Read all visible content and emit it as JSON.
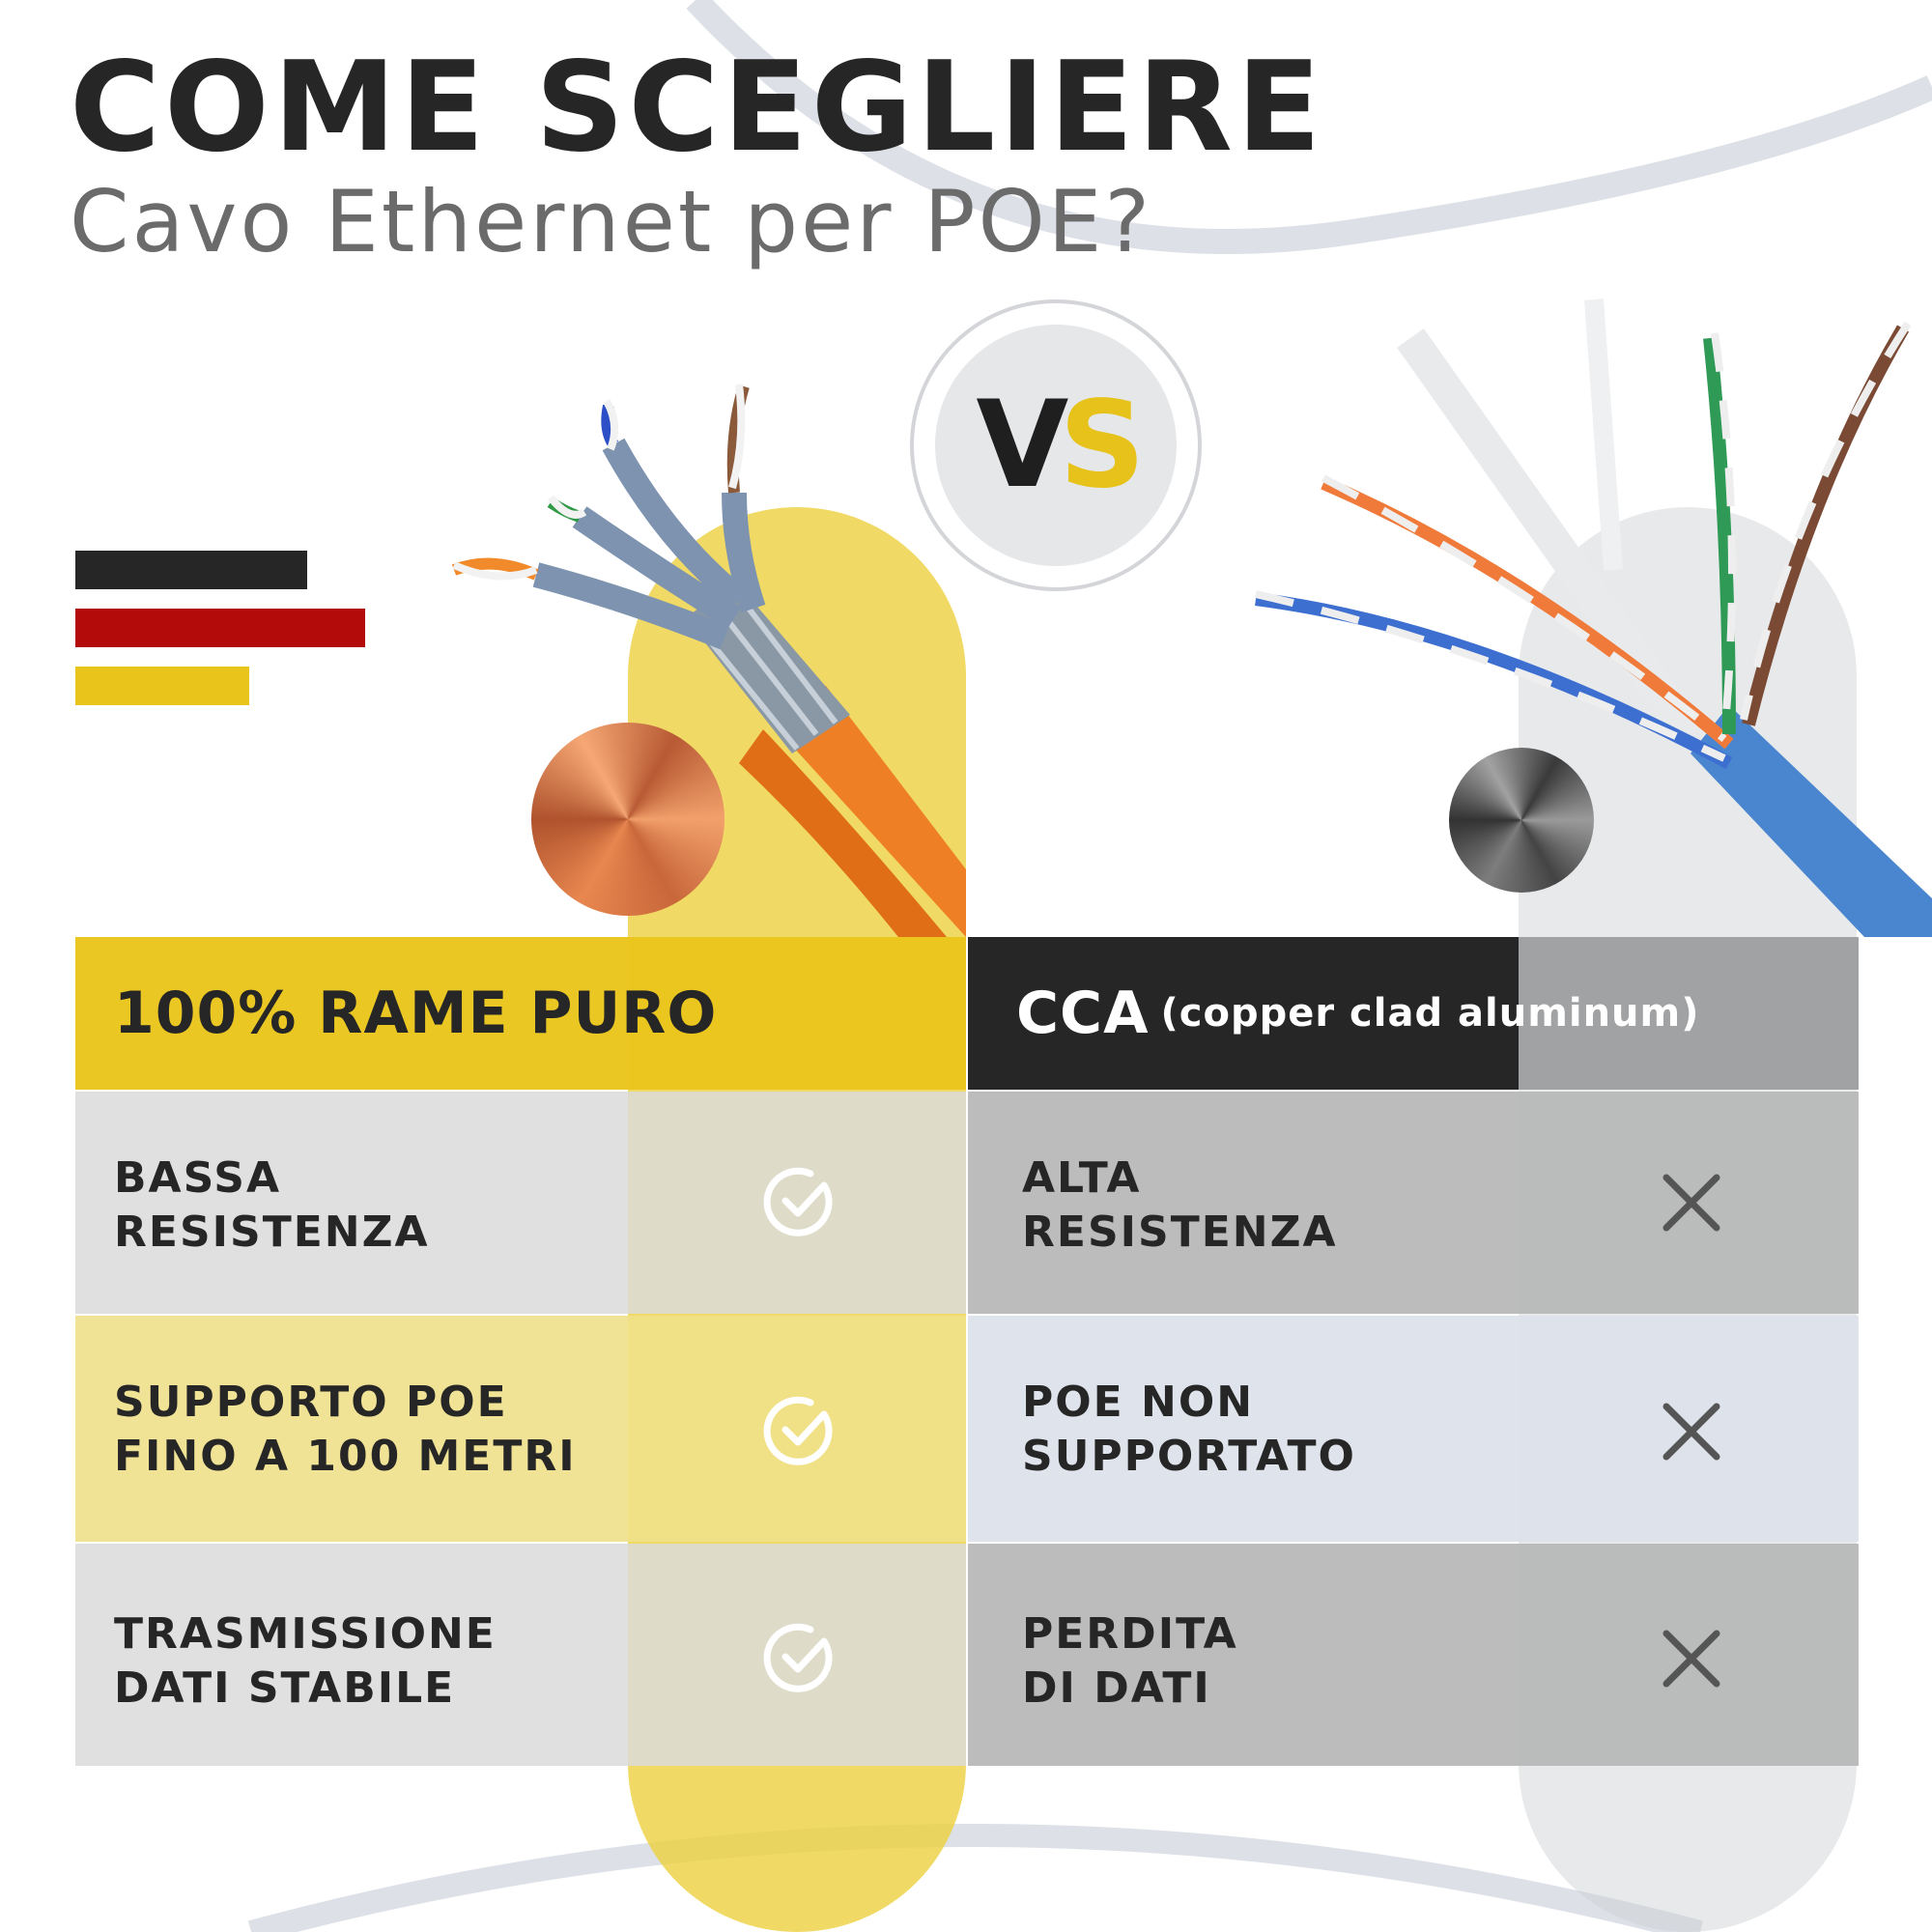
{
  "headline": {
    "title": "COME SCEGLIERE",
    "subtitle": "Cavo Ethernet per POE?"
  },
  "badge": {
    "v": "V",
    "s": "S"
  },
  "flag_colors": [
    "#262626",
    "#b30a0a",
    "#e9c51c"
  ],
  "colors": {
    "accent_gold": "#e9c51c",
    "dark": "#262626",
    "grey": "#a1a2a3",
    "copper": "#c8673a"
  },
  "columns": {
    "left": {
      "title": "100% RAME PURO"
    },
    "right": {
      "title": "CCA",
      "subtitle": "(copper clad aluminum)"
    }
  },
  "rows": [
    {
      "left": "BASSA\nRESISTENZA",
      "left_icon": "check-circle-icon",
      "right": "ALTA\nRESISTENZA",
      "right_icon": "x-mark-icon"
    },
    {
      "left": "SUPPORTO POE\nFINO A 100 METRI",
      "left_icon": "check-circle-icon",
      "right": "POE NON\nSUPPORTATO",
      "right_icon": "x-mark-icon"
    },
    {
      "left": "TRASMISSIONE\nDATI STABILE",
      "left_icon": "check-circle-icon",
      "right": "PERDITA\nDI DATI",
      "right_icon": "x-mark-icon"
    }
  ]
}
